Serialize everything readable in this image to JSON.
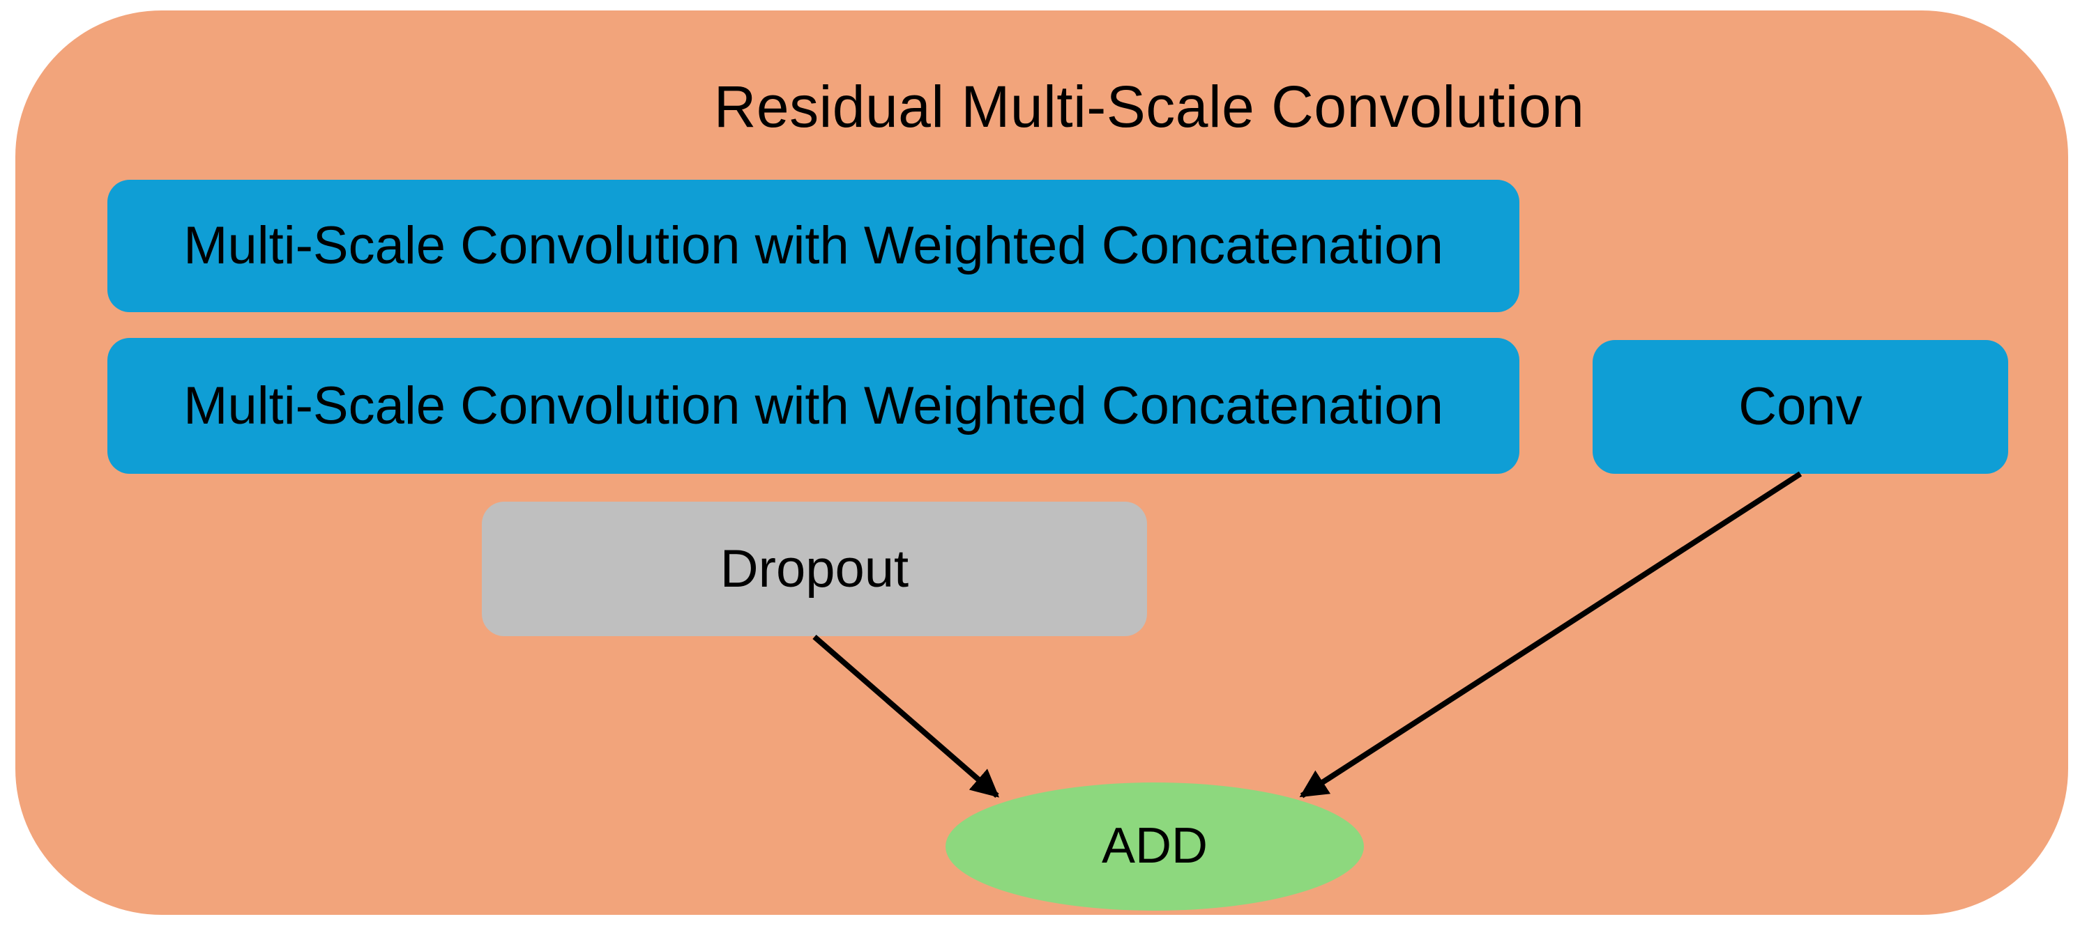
{
  "diagram": {
    "title": "Residual Multi-Scale Convolution",
    "nodes": {
      "msc1": {
        "label": "Multi-Scale Convolution with Weighted Concatenation",
        "shape": "rounded-rectangle",
        "color": "#0F9ED5"
      },
      "msc2": {
        "label": "Multi-Scale Convolution with Weighted Concatenation",
        "shape": "rounded-rectangle",
        "color": "#0F9ED5"
      },
      "conv": {
        "label": "Conv",
        "shape": "rounded-rectangle",
        "color": "#0F9ED5"
      },
      "dropout": {
        "label": "Dropout",
        "shape": "rounded-rectangle",
        "color": "#BFBFBF"
      },
      "add": {
        "label": "ADD",
        "shape": "ellipse",
        "color": "#8DD87E"
      }
    },
    "edges": [
      {
        "from": "dropout",
        "to": "add",
        "style": "solid-arrow"
      },
      {
        "from": "conv",
        "to": "add",
        "style": "solid-arrow"
      }
    ]
  },
  "colors": {
    "page_bg": "#FFFFFF",
    "container_bg": "#F2A47B",
    "node_blue": "#0F9ED5",
    "node_gray": "#BFBFBF",
    "node_green": "#8DD87E",
    "text_color": "#000000",
    "arrow_color": "#000000"
  }
}
